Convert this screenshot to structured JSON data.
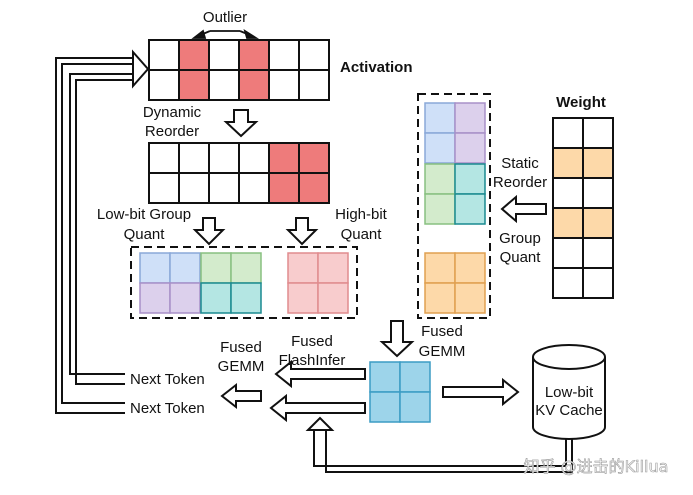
{
  "labels": {
    "outlier": "Outlier",
    "activation": "Activation",
    "dynamic_reorder_1": "Dynamic",
    "dynamic_reorder_2": "Reorder",
    "low_bit_group_1": "Low-bit Group",
    "low_bit_group_2": "Quant",
    "high_bit_1": "High-bit",
    "high_bit_2": "Quant",
    "weight": "Weight",
    "static_reorder_1": "Static",
    "static_reorder_2": "Reorder",
    "group_quant_1": "Group",
    "group_quant_2": "Quant",
    "fused_gemm_right_1": "Fused",
    "fused_gemm_right_2": "GEMM",
    "fused_gemm_left_1": "Fused",
    "fused_gemm_left_2": "GEMM",
    "fused_flashinfer_1": "Fused",
    "fused_flashinfer_2": "FlashInfer",
    "next_token_1": "Next Token",
    "next_token_2": "Next Token",
    "kv_cache_1": "Low-bit",
    "kv_cache_2": "KV Cache",
    "watermark": "知乎 @进击的Killua"
  },
  "colors": {
    "outlier_red": "#ee7b7b",
    "blue": "#cfe0f8",
    "purple": "#dcd0ec",
    "green": "#d3ebcc",
    "teal": "#b4e6e3",
    "pink": "#f8cccd",
    "orange": "#fdd9a9",
    "output_blue": "#9dd4ea",
    "stroke": "#111111"
  }
}
